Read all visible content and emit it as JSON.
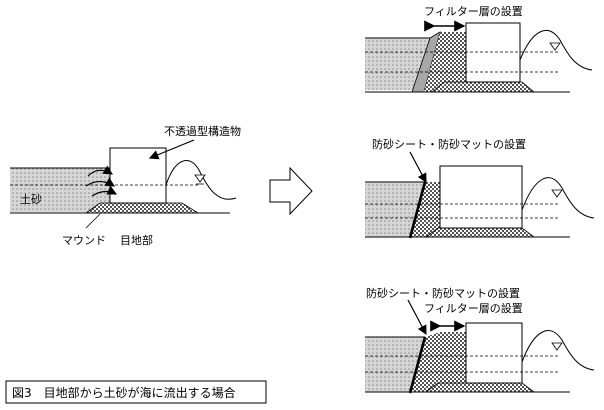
{
  "caption": "図3　目地部から土砂が海に流出する場合",
  "main": {
    "structure_label": "不透過型構造物",
    "soil_label": "土砂",
    "mound_label": "マウンド",
    "joint_label": "目地部"
  },
  "panel_filter": {
    "label": "フィルター層の設置"
  },
  "panel_sheet": {
    "label": "防砂シート・防砂マットの設置"
  },
  "panel_both": {
    "label_sheet": "防砂シート・防砂マットの設置",
    "label_filter": "フィルター層の設置"
  }
}
